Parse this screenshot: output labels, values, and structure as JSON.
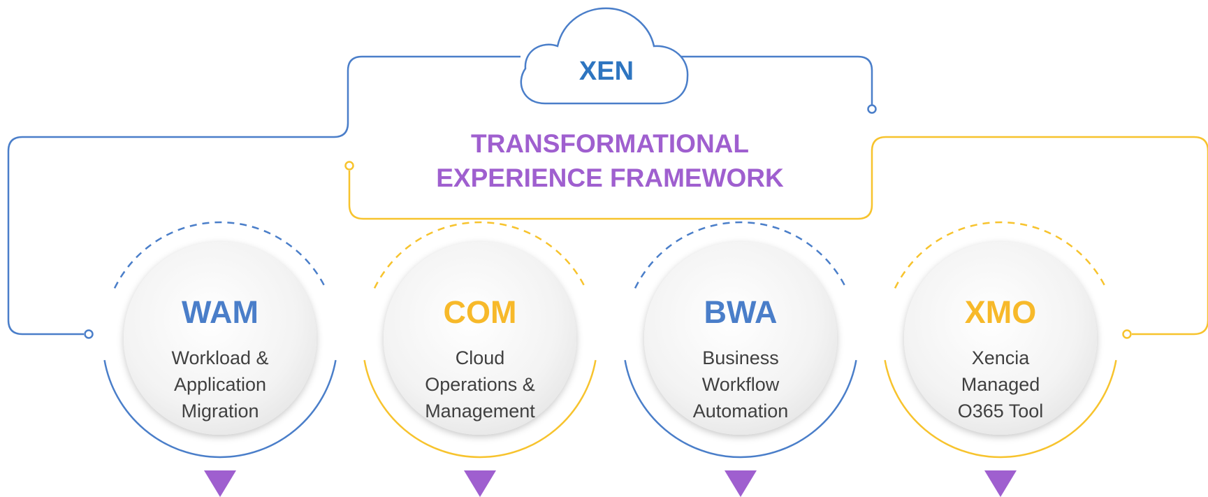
{
  "brand": {
    "name": "XEN"
  },
  "framework": {
    "title_line1": "TRANSFORMATIONAL",
    "title_line2": "EXPERIENCE FRAMEWORK"
  },
  "colors": {
    "blue": "#4a7ec9",
    "yellow": "#f7c32d",
    "purple": "#9f5fcf",
    "brand_blue": "#2e75c0",
    "text_gray": "#404040"
  },
  "pillars": [
    {
      "abbr": "WAM",
      "lines": [
        "Workload &",
        "Application",
        "Migration"
      ],
      "color": "blue"
    },
    {
      "abbr": "COM",
      "lines": [
        "Cloud",
        "Operations &",
        "Management"
      ],
      "color": "yellow"
    },
    {
      "abbr": "BWA",
      "lines": [
        "Business",
        "Workflow",
        "Automation"
      ],
      "color": "blue"
    },
    {
      "abbr": "XMO",
      "lines": [
        "Xencia",
        "Managed",
        "O365 Tool"
      ],
      "color": "yellow"
    }
  ]
}
